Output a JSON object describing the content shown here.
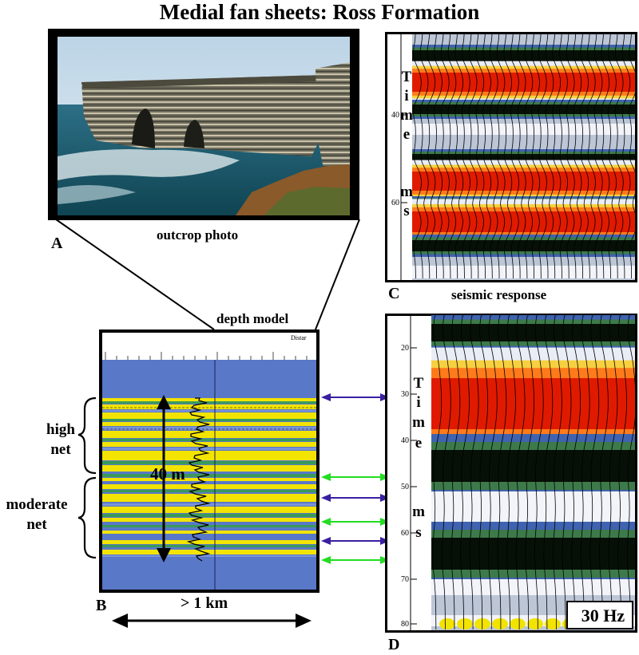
{
  "title": "Medial fan sheets: Ross Formation",
  "panels": {
    "a": {
      "letter": "A",
      "caption": "outcrop photo"
    },
    "b": {
      "letter": "B",
      "caption": "depth model",
      "header_word": "Distar",
      "scale_label": "> 1 km",
      "thickness_label": "40 m",
      "intervals": [
        "high net",
        "moderate net"
      ]
    },
    "c": {
      "letter": "C",
      "caption": "seismic response",
      "axis_letters": [
        "T",
        "i",
        "m",
        "e",
        "m",
        "s"
      ],
      "ticks": [
        "40",
        "60"
      ]
    },
    "d": {
      "letter": "D",
      "axis_letters": [
        "T",
        "i",
        "m",
        "e",
        "m",
        "s"
      ],
      "ticks": [
        "20",
        "30",
        "40",
        "50",
        "60",
        "70",
        "80"
      ],
      "frequency": "30 Hz"
    }
  },
  "colors": {
    "model_blue": "#5a78c8",
    "model_yellow": "#f2e400",
    "model_green": "#3a9a5a",
    "arrow_purple": "#3a1fa0",
    "arrow_green": "#22dd22",
    "wavelet_red": "#e01a00",
    "wavelet_orange": "#ff7a1a",
    "wavelet_black": "#071007"
  }
}
